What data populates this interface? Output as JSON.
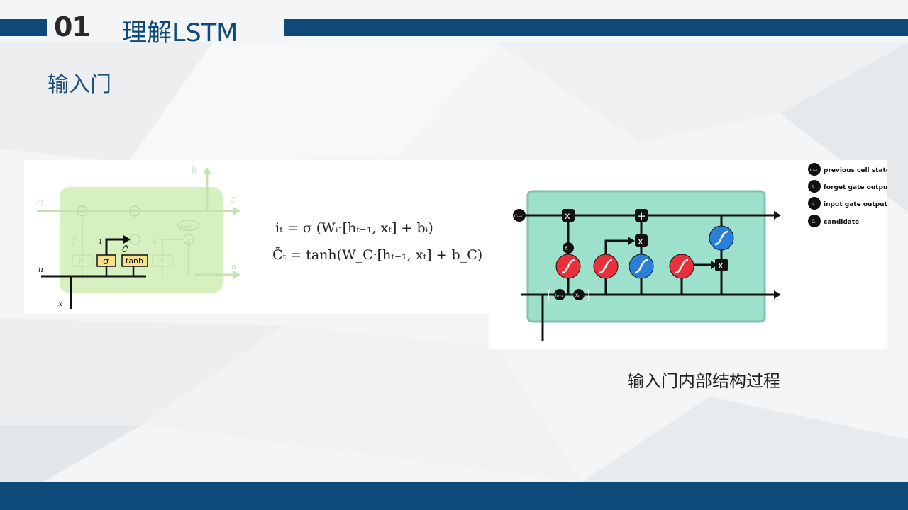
{
  "header": {
    "number": "01",
    "title": "理解LSTM"
  },
  "section": {
    "subtitle": "输入门"
  },
  "left_diagram": {
    "labels": {
      "h_out": "h",
      "c_prev": "C",
      "c_next": "C",
      "f": "f",
      "i": "i",
      "c_tilde": "C̃",
      "o": "o",
      "h_prev": "h",
      "h_next": "h",
      "x": "x",
      "sigma1": "σ",
      "sigma2": "σ",
      "tanh_gate": "tanh",
      "sigma3": "σ",
      "tanh_cell": "tanh"
    }
  },
  "equations": {
    "eq1": "iₜ = σ (Wᵢ·[hₜ₋₁, xₜ]  +  bᵢ)",
    "eq2": "C̃ₜ = tanh(W_C·[hₜ₋₁, xₜ]  +  b_C)"
  },
  "right_diagram": {
    "legend": [
      {
        "symbol": "Cₜ₋₁",
        "label": "previous cell state"
      },
      {
        "symbol": "fₜ",
        "label": "forget gate output"
      },
      {
        "symbol": "iₜ",
        "label": "input gate output"
      },
      {
        "symbol": "C̃ₜ",
        "label": "candidate"
      }
    ],
    "start_node": "Cₜ₋₁",
    "multiply": "x",
    "add": "+",
    "f_node": "fₜ",
    "h_node": "hₜ₋₁",
    "x_node": "Xₜ"
  },
  "caption": "输入门内部结构过程",
  "colors": {
    "brand": "#0d4a7a",
    "cell_teal": "#9de0cc",
    "gate_red": "#e8313b",
    "gate_blue": "#2b7fd8",
    "faded_green": "#d7f0c0"
  }
}
